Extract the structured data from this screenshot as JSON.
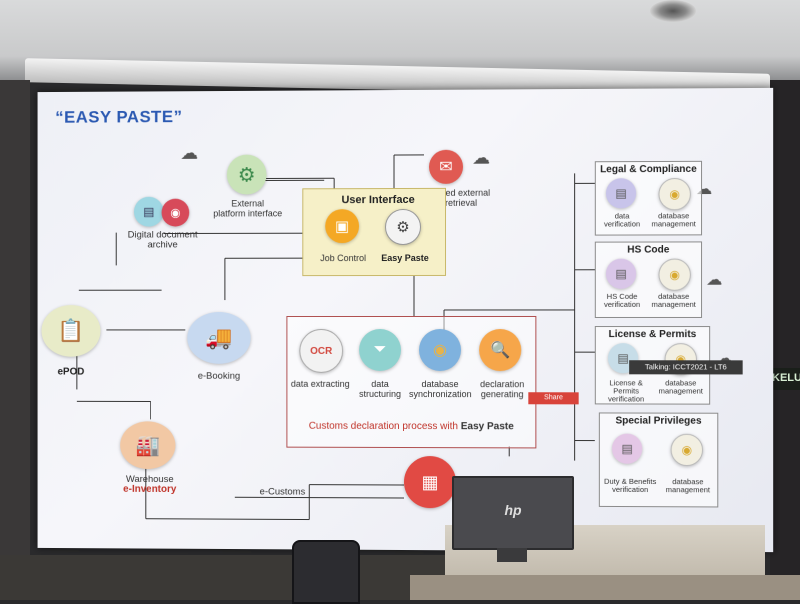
{
  "slide": {
    "title": "“EASY PASTE”",
    "external_platform": "External\nplatform interface",
    "automated_retrieval": "Automated external\ndata retrieval",
    "user_interface": "User Interface",
    "job_control": "Job Control",
    "easy_paste": "Easy Paste",
    "digital_archive": "Digital document\narchive",
    "epod": "ePOD",
    "ebooking": "e-Booking",
    "warehouse": "Warehouse",
    "einventory": "e-Inventory",
    "ecustoms": "e-Customs",
    "process_steps": [
      {
        "label": "data extracting",
        "icon_text": "OCR"
      },
      {
        "label": "data\nstructuring"
      },
      {
        "label": "database\nsynchronization"
      },
      {
        "label": "declaration\ngenerating"
      }
    ],
    "process_caption_prefix": "Customs declaration process with ",
    "process_caption_bold": "Easy Paste",
    "right_panels": [
      {
        "title": "Legal & Compliance",
        "left": "data\nverification",
        "right": "database\nmanagement"
      },
      {
        "title": "HS Code",
        "left": "HS Code\nverification",
        "right": "database\nmanagement"
      },
      {
        "title": "License & Permits",
        "left": "License & Permits\nverification",
        "right": "database\nmanagement"
      },
      {
        "title": "Special Privileges",
        "left": "Duty & Benefits\nverification",
        "right": "database\nmanagement"
      }
    ],
    "tooltip": "Talking: ICCT2021 - LT6",
    "share_badge": "Share"
  },
  "room": {
    "exit_sign": "KELUAR",
    "monitor_logo": "hp"
  },
  "colors": {
    "title_blue": "#2b59b2",
    "process_border": "#b05050",
    "caption_red": "#c0342a",
    "einventory_red": "#c0342a"
  }
}
